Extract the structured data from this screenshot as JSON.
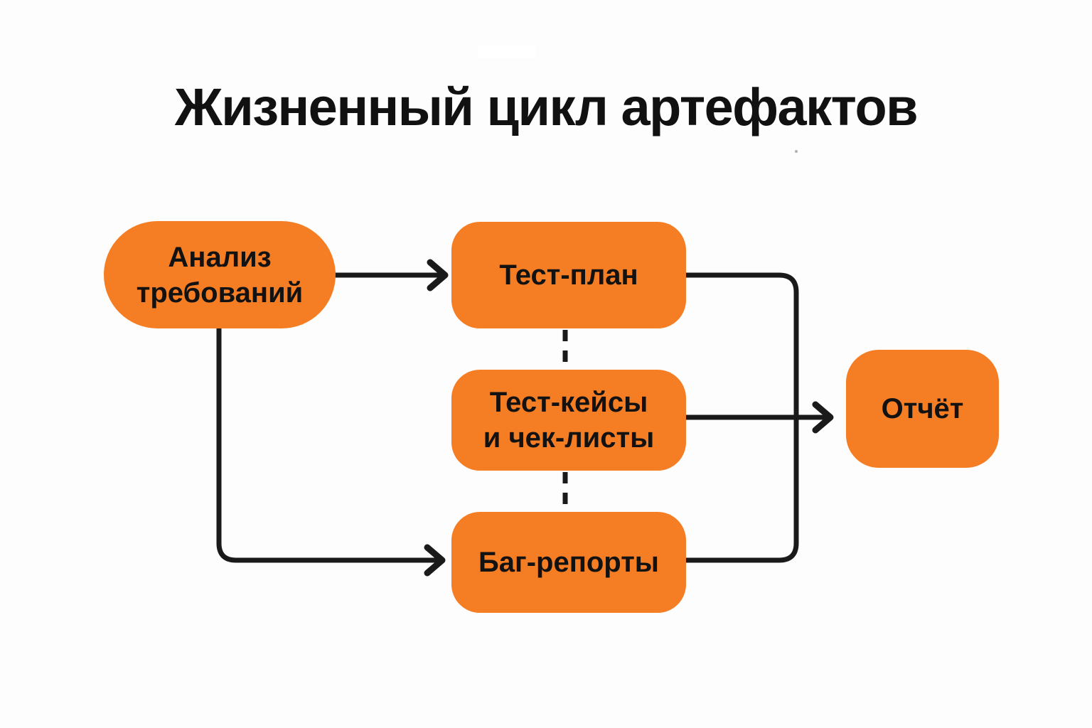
{
  "page": {
    "title": "Жизненный цикл артефактов",
    "background": "#FDFDFD"
  },
  "colors": {
    "node_fill": "#F57D23",
    "connector": "#1A1A1A",
    "text": "#111111"
  },
  "diagram": {
    "nodes": [
      {
        "id": "analysis",
        "label": "Анализ требований",
        "lines": [
          "Анализ",
          "требований"
        ],
        "shape": "pill"
      },
      {
        "id": "test-plan",
        "label": "Тест-план",
        "lines": [
          "Тест-план"
        ],
        "shape": "rounded-rect"
      },
      {
        "id": "test-cases",
        "label": "Тест-кейсы и чек-листы",
        "lines": [
          "Тест-кейсы",
          "и чек-листы"
        ],
        "shape": "rounded-rect"
      },
      {
        "id": "bug-reports",
        "label": "Баг-репорты",
        "lines": [
          "Баг-репорты"
        ],
        "shape": "rounded-rect"
      },
      {
        "id": "report",
        "label": "Отчёт",
        "lines": [
          "Отчёт"
        ],
        "shape": "rounded-rect"
      }
    ],
    "edges": [
      {
        "from": "Анализ требований",
        "to": "Тест-план",
        "style": "solid-arrow"
      },
      {
        "from": "Анализ требований",
        "to": "Баг-репорты",
        "style": "solid-arrow"
      },
      {
        "from": "Тест-план",
        "to": "Отчёт",
        "style": "solid-merge"
      },
      {
        "from": "Тест-кейсы и чек-листы",
        "to": "Отчёт",
        "style": "solid-arrow"
      },
      {
        "from": "Баг-репорты",
        "to": "Отчёт",
        "style": "solid-merge"
      },
      {
        "from": "Тест-план",
        "to": "Тест-кейсы и чек-листы",
        "style": "dashed"
      },
      {
        "from": "Тест-кейсы и чек-листы",
        "to": "Баг-репорты",
        "style": "dashed"
      }
    ]
  }
}
